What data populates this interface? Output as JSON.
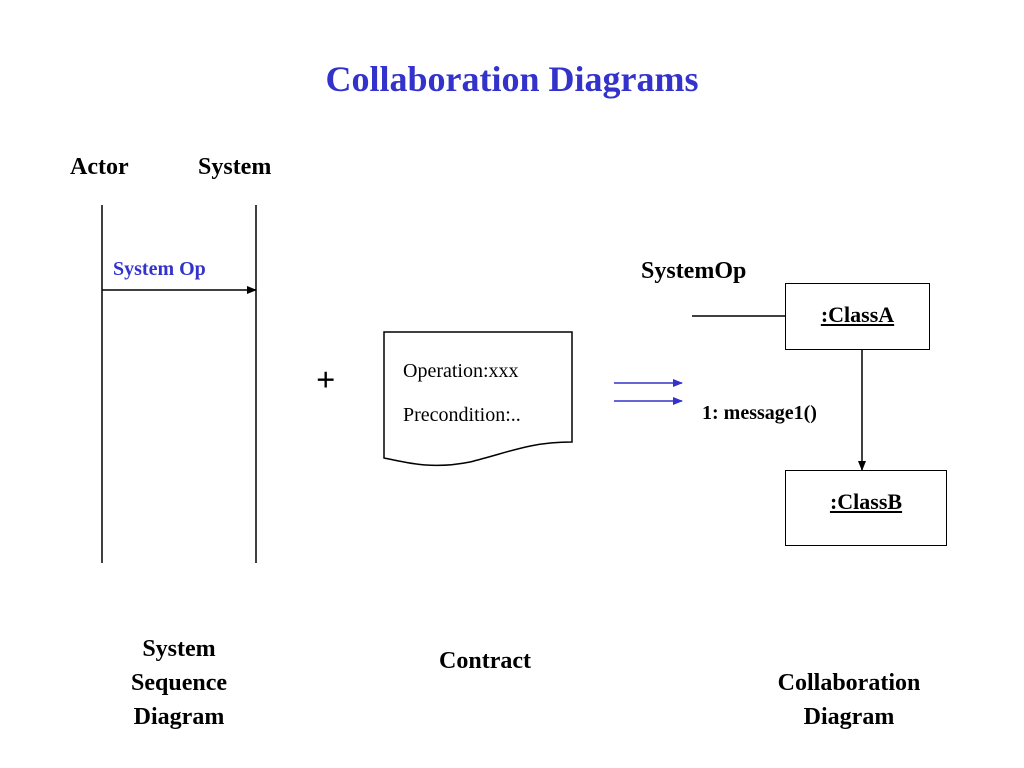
{
  "title": "Collaboration Diagrams",
  "sequence": {
    "actor_label": "Actor",
    "system_label": "System",
    "message_label": "System Op",
    "caption": [
      "System",
      "Sequence",
      "Diagram"
    ]
  },
  "plus": "+",
  "contract": {
    "operation": "Operation:xxx",
    "precondition": "Precondition:..",
    "caption": "Contract"
  },
  "collaboration": {
    "entry_label": "SystemOp",
    "class_a": ":ClassA",
    "class_b": ":ClassB",
    "message": "1: message1()",
    "caption": [
      "Collaboration",
      "Diagram"
    ]
  },
  "colors": {
    "title": "#3333cc",
    "message": "#3333cc",
    "arrows": "#3333cc"
  }
}
